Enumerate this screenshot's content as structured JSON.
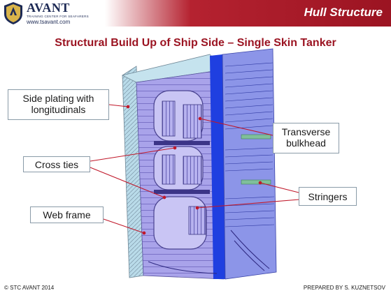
{
  "header": {
    "title": "Hull Structure",
    "band_color": "#9b1422"
  },
  "logo": {
    "word": "AVANT",
    "tagline": "TRAINING CENTER FOR SEAFARERS",
    "url": "www.tsavant.com",
    "color": "#1d2a55"
  },
  "slide": {
    "title": "Structural Build Up of Ship Side – Single Skin Tanker",
    "title_color": "#9b1422"
  },
  "labels": {
    "side_plating": "Side plating with longitudinals",
    "cross_ties": "Cross ties",
    "web_frame": "Web frame",
    "transverse_bulkhead": "Transverse bulkhead",
    "stringers": "Stringers"
  },
  "footer": {
    "left": "© STC AVANT 2014",
    "right": "PREPARED BY S. KUZNETSOV"
  },
  "colors": {
    "plating": "#b7b2ef",
    "plating_dark": "#8f88dc",
    "bulkhead_blue": "#1f3fe0",
    "edge_cyan": "#b9dbe9",
    "leader_red": "#c0182a",
    "stringer_green": "#7fbf9a"
  }
}
